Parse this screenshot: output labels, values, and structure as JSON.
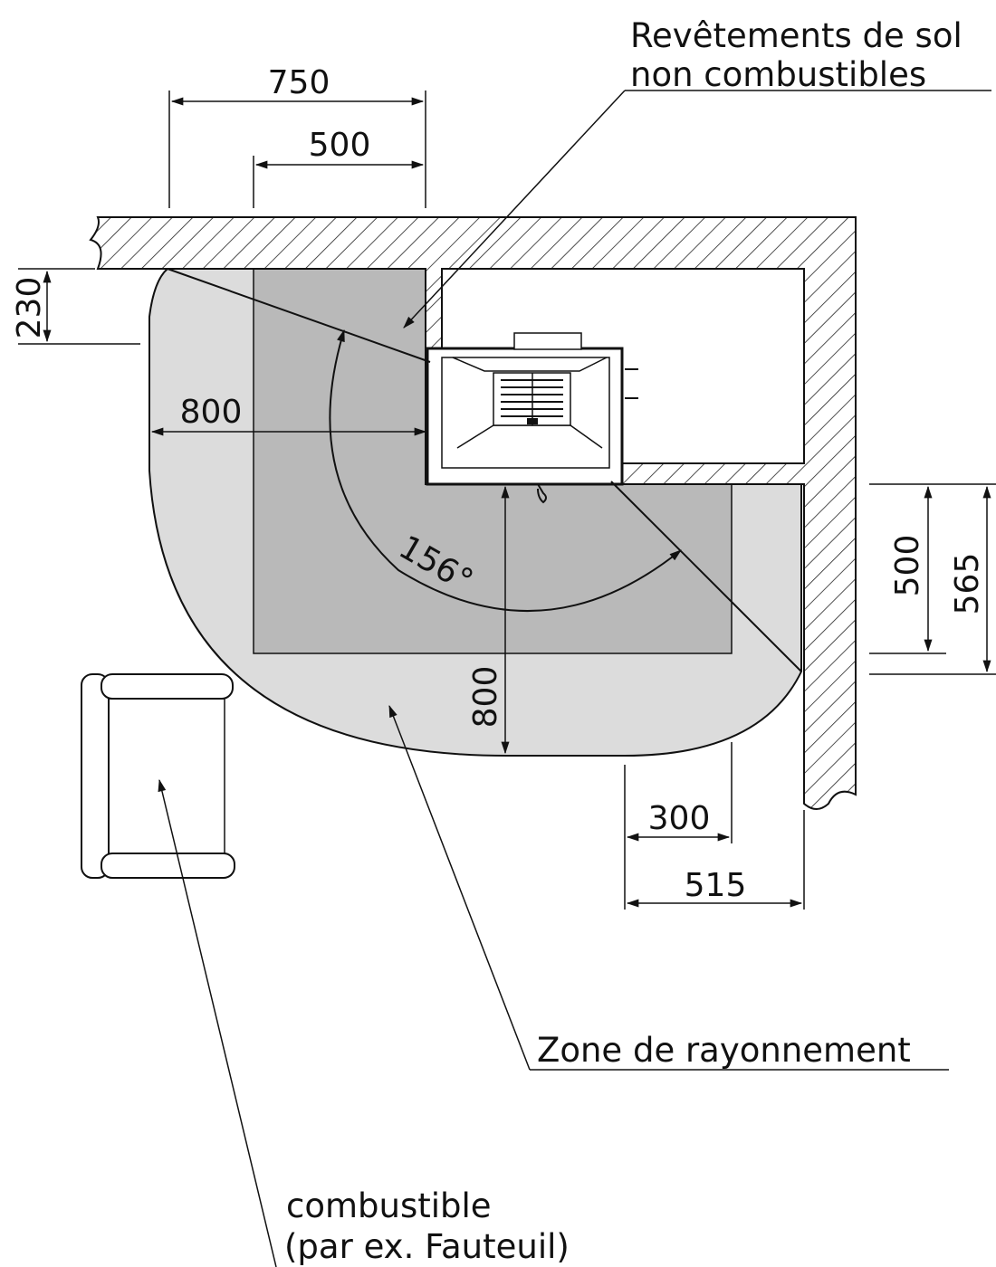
{
  "labels": {
    "floor_covering_line1": "Revêtements de sol",
    "floor_covering_line2": "non combustibles",
    "radiation_zone": "Zone de rayonnement",
    "combustible_line1": "combustible",
    "combustible_line2": "(par ex. Fauteuil)"
  },
  "dimensions": {
    "top_outer": "750",
    "top_inner": "500",
    "left_wall": "230",
    "left_clearance": "800",
    "angle": "156°",
    "front_clearance": "800",
    "right_inner": "500",
    "right_outer": "565",
    "bottom_inner": "300",
    "bottom_outer": "515"
  },
  "colors": {
    "radiation_zone": "#dcdcdc",
    "floor_covering": "#b9b9b9",
    "line": "#111111"
  }
}
